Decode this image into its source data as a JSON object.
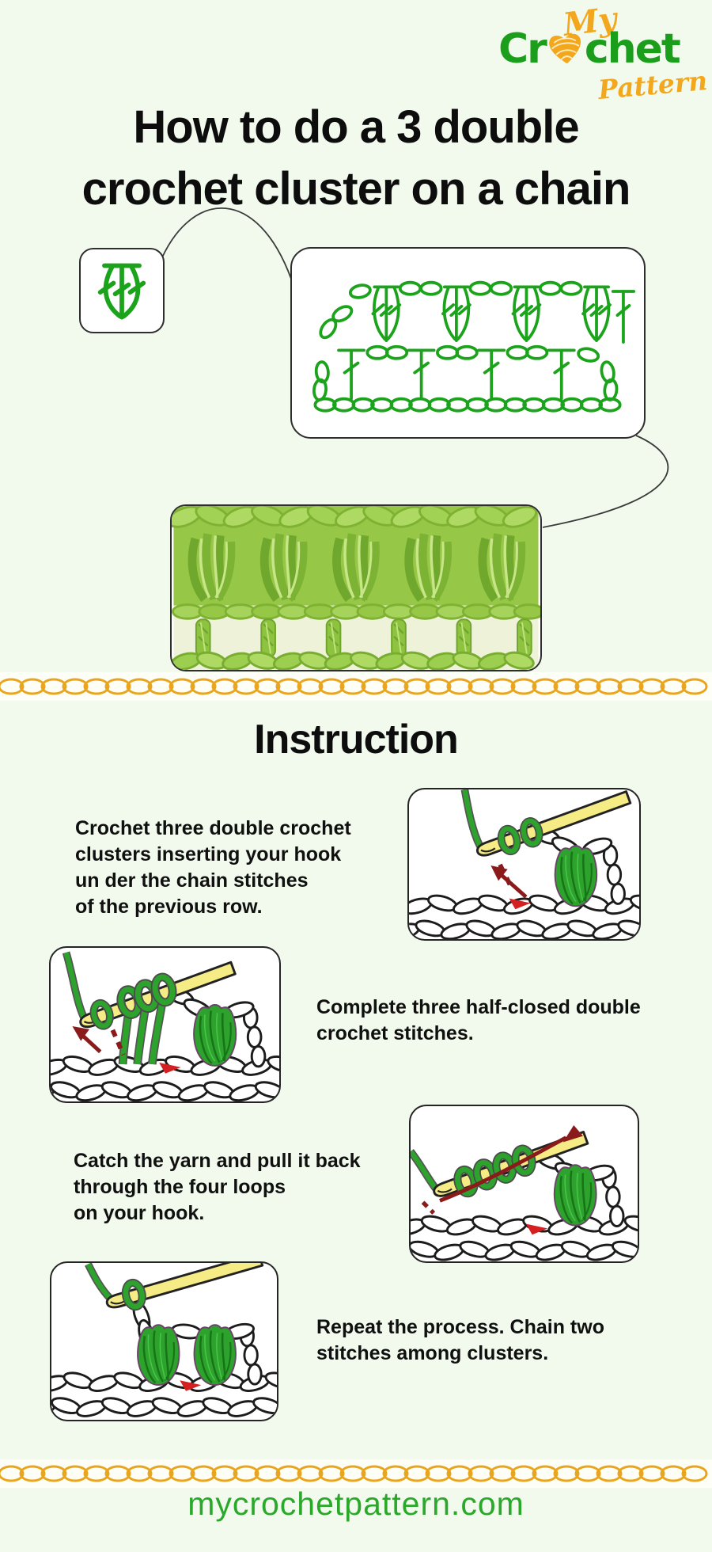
{
  "logo": {
    "word_my": "My",
    "word_crochet_prefix": "Cr",
    "word_crochet_suffix": "chet",
    "word_pattern": "Pattern",
    "colors": {
      "green": "#1b9e1b",
      "orange": "#f3a71c"
    },
    "heart_icon": "yarn-heart"
  },
  "title": {
    "line1": "How to do a 3 double",
    "line2": "crochet cluster on a chain"
  },
  "diagram": {
    "symbol_icon": "3-double-crochet-cluster-symbol",
    "chart_icon": "crochet-stitch-chart",
    "photo_icon": "green-crochet-swatch-photo",
    "green": "#1ba31b"
  },
  "divider": {
    "chain_color": "#eaa51e",
    "band_color": "#fdfff6"
  },
  "instruction": {
    "heading": "Instruction"
  },
  "steps": [
    {
      "lines": [
        "Crochet three double crochet",
        "clusters inserting your hook",
        "un der the chain stitches",
        "of the previous row."
      ],
      "illustration_icon": "hook-inserted-under-chain-illustration"
    },
    {
      "lines": [
        "Complete three half-closed double",
        "crochet stitches."
      ],
      "illustration_icon": "three-half-closed-dc-illustration"
    },
    {
      "lines": [
        "Catch the yarn and pull it back",
        "through the four loops",
        "on your hook."
      ],
      "illustration_icon": "pull-through-four-loops-illustration"
    },
    {
      "lines": [
        "Repeat the process. Chain two",
        "stitches among clusters."
      ],
      "illustration_icon": "repeat-clusters-illustration"
    }
  ],
  "footer": {
    "url": "mycrochetpattern.com",
    "color": "#2aa82a"
  }
}
